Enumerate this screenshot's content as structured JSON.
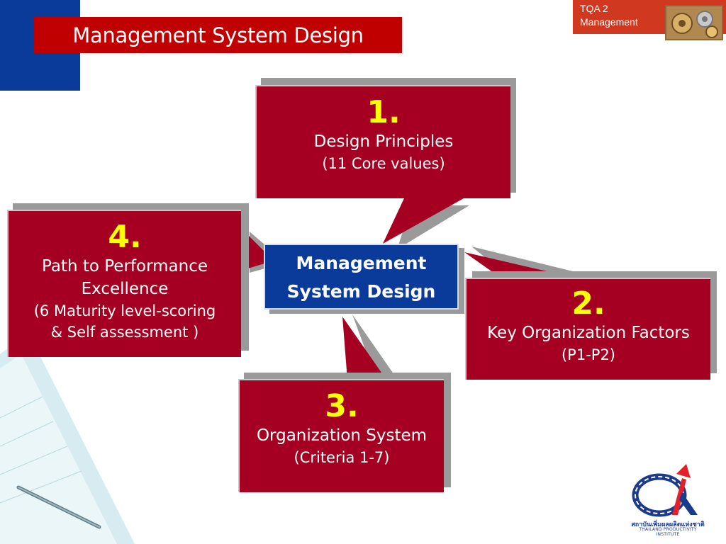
{
  "slide": {
    "title": "Management System Design",
    "corner": {
      "line1": "TQA 2",
      "line2": "Management"
    }
  },
  "center": {
    "line1": "Management",
    "line2": "System Design"
  },
  "boxes": {
    "b1": {
      "num": "1.",
      "line1": "Design Principles",
      "line2": "(11 Core values)"
    },
    "b2": {
      "num": "2.",
      "line1": "Key Organization Factors",
      "line2": "(P1-P2)"
    },
    "b3": {
      "num": "3.",
      "line1": "Organization System",
      "line2": "(Criteria 1-7)"
    },
    "b4": {
      "num": "4.",
      "line1": "Path to Performance",
      "line1b": "Excellence",
      "line2": "(6 Maturity level-scoring",
      "line2b": "& Self assessment )"
    }
  },
  "logo": {
    "thai": "สถาบันเพิ่มผลผลิตแห่งชาติ",
    "english": "THAILAND PRODUCTIVITY INSTITUTE"
  },
  "colors": {
    "box": "#a50021",
    "center": "#0a3a9a",
    "number": "#ffff00",
    "banner": "#c00000",
    "blue_block": "#0a3a9a"
  }
}
